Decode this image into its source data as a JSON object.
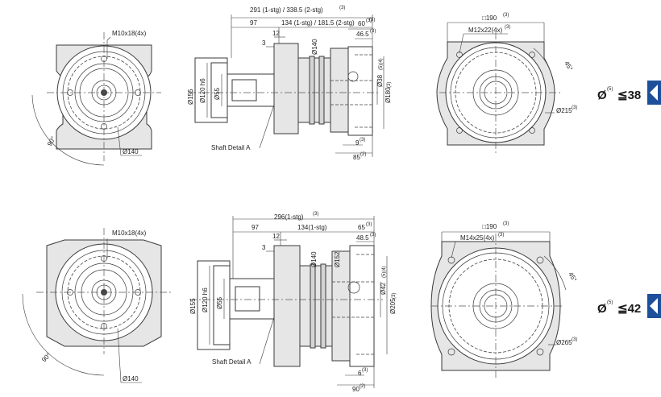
{
  "top": {
    "front_left": {
      "thread": "M10x18(4x)",
      "bolt_circle": "Ø140",
      "angle": "90°"
    },
    "side": {
      "total_length": "291 (1-stg) / 338.5 (2-stg)",
      "total_length_sup": "(3)",
      "length_97": "97",
      "length_134": "134 (1-stg) / 181.5 (2-stg)",
      "length_134_sup": "(3)",
      "d12": "12",
      "d3": "3",
      "d60": "60",
      "d60_sup": "(3)",
      "d46_5": "46.5",
      "d46_5_sup": "(3)",
      "dia155": "Ø155",
      "dia120": "Ø120 h6",
      "dia55": "Ø55",
      "dia140": "Ø140",
      "dia38": "Ø38",
      "dia38_sup": "(5)(4)",
      "dia180": "Ø180",
      "dia180_sup": "(3)",
      "d9": "9",
      "d9_sup": "(3)",
      "d85": "85",
      "d85_sup": "(2)",
      "shaft_detail": "Shaft Detail  A"
    },
    "front_right": {
      "square": "□190",
      "square_sup": "(3)",
      "thread": "M12x22(4x)",
      "thread_sup": "(3)",
      "angle": "45°",
      "bolt_circle": "Ø215",
      "bolt_circle_sup": "(3)"
    },
    "label": {
      "prefix": "Ø",
      "sup": "(5)",
      "text": "≦38"
    }
  },
  "bottom": {
    "front_left": {
      "thread": "M10x18(4x)",
      "bolt_circle": "Ø140",
      "angle": "90°"
    },
    "side": {
      "total_length": "296(1-stg)",
      "total_length_sup": "(3)",
      "length_97": "97",
      "length_134": "134(1-stg)",
      "d12": "12",
      "d3": "3",
      "d65": "65",
      "d65_sup": "(3)",
      "d48_5": "48.5",
      "d48_5_sup": "(3)",
      "dia155": "Ø155",
      "dia120": "Ø120 h6",
      "dia55": "Ø55",
      "dia140": "Ø140",
      "dia152": "Ø152",
      "dia42": "Ø42",
      "dia42_sup": "(5)(4)",
      "dia205": "Ø205",
      "dia205_sup": "(3)",
      "d6": "6",
      "d6_sup": "(3)",
      "d90": "90",
      "d90_sup": "(2)",
      "shaft_detail": "Shaft Detail  A"
    },
    "front_right": {
      "square": "□190",
      "square_sup": "(3)",
      "thread": "M14x25(4x)",
      "thread_sup": "(3)",
      "angle": "45°",
      "bolt_circle": "Ø265",
      "bolt_circle_sup": "(3)"
    },
    "label": {
      "prefix": "Ø",
      "sup": "(5)",
      "text": "≦42"
    }
  },
  "icons": {
    "top_arrow": "left-triangle-icon",
    "bottom_arrow": "left-triangle-icon",
    "arrow_color": "#1e4f9a"
  }
}
